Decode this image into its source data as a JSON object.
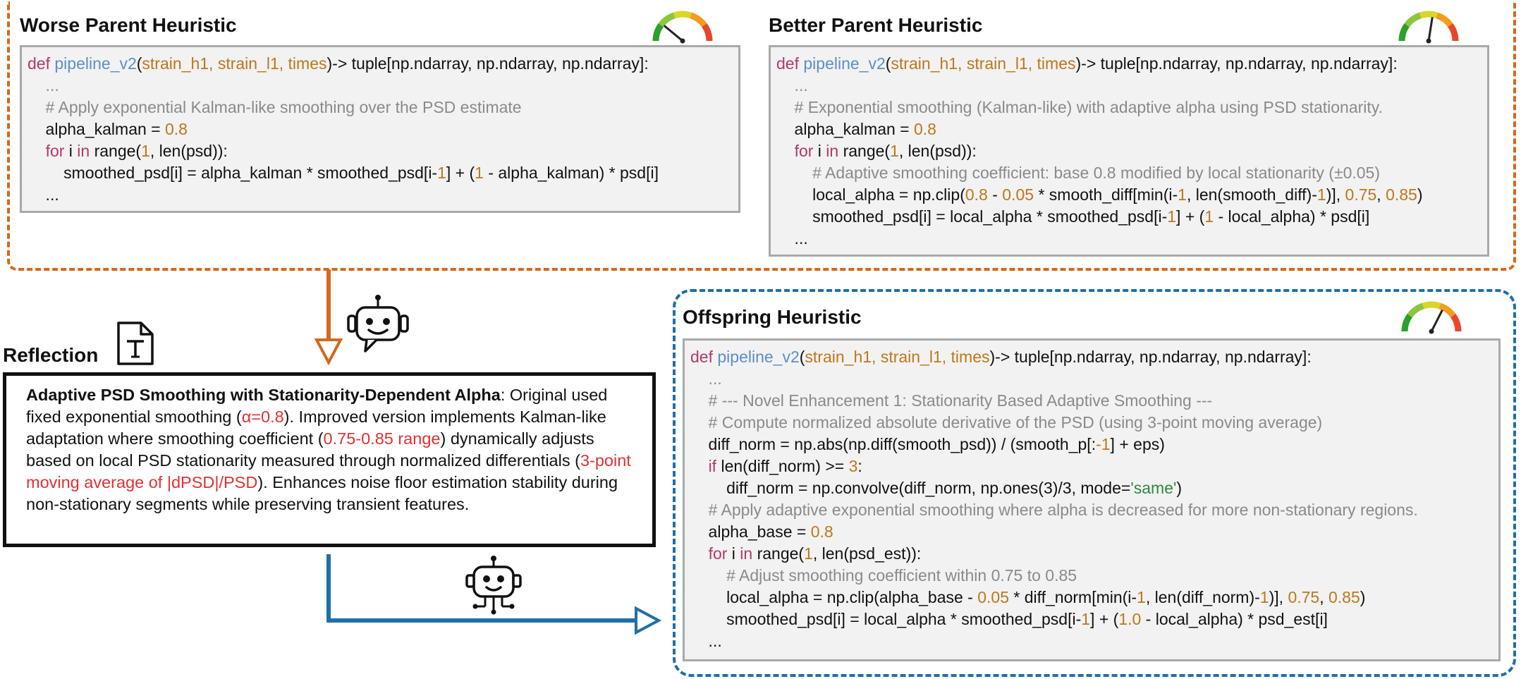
{
  "colors": {
    "parent_frame": "#d4681c",
    "offspring_frame": "#1f6fa8",
    "keyword": "#b03a6b",
    "function_name": "#5b8fc7",
    "number": "#c0771b",
    "comment": "#8a8a8a",
    "string": "#2e8b3b",
    "highlight": "#e03131"
  },
  "gauges": {
    "worse_level": 0.22,
    "better_level": 0.55,
    "offspring_level": 0.65
  },
  "worse_parent": {
    "title": "Worse Parent Heuristic",
    "lines": [
      [
        [
          "def",
          "kw"
        ],
        [
          " ",
          ""
        ],
        [
          "pipeline_v2",
          "fn"
        ],
        [
          "(",
          ""
        ],
        [
          "strain_h1, strain_l1, times",
          "arg"
        ],
        [
          ")-> tuple[np.ndarray, np.ndarray, np.ndarray]:",
          ""
        ]
      ],
      [
        [
          "    ...",
          "com"
        ]
      ],
      [
        [
          "    # Apply exponential Kalman-like smoothing over the PSD estimate",
          "com"
        ]
      ],
      [
        [
          "    alpha_kalman = ",
          ""
        ],
        [
          "0.8",
          "num"
        ]
      ],
      [
        [
          "    ",
          ""
        ],
        [
          "for",
          "kw"
        ],
        [
          " i ",
          ""
        ],
        [
          "in",
          "kw"
        ],
        [
          " range(",
          ""
        ],
        [
          "1",
          "num"
        ],
        [
          ", len(psd)):",
          ""
        ]
      ],
      [
        [
          "        smoothed_psd[i] = alpha_kalman * smoothed_psd[i-",
          ""
        ],
        [
          "1",
          "num"
        ],
        [
          "] + (",
          ""
        ],
        [
          "1",
          "num"
        ],
        [
          " - alpha_kalman) * psd[i]",
          ""
        ]
      ],
      [
        [
          "    ...",
          ""
        ]
      ]
    ]
  },
  "better_parent": {
    "title": "Better Parent Heuristic",
    "lines": [
      [
        [
          "def",
          "kw"
        ],
        [
          " ",
          ""
        ],
        [
          "pipeline_v2",
          "fn"
        ],
        [
          "(",
          ""
        ],
        [
          "strain_h1, strain_l1, times",
          "arg"
        ],
        [
          ")-> tuple[np.ndarray, np.ndarray, np.ndarray]:",
          ""
        ]
      ],
      [
        [
          "    ...",
          "com"
        ]
      ],
      [
        [
          "    # Exponential smoothing (Kalman-like) with adaptive alpha using PSD stationarity.",
          "com"
        ]
      ],
      [
        [
          "    alpha_kalman = ",
          ""
        ],
        [
          "0.8",
          "num"
        ]
      ],
      [
        [
          "    ",
          ""
        ],
        [
          "for",
          "kw"
        ],
        [
          " i ",
          ""
        ],
        [
          "in",
          "kw"
        ],
        [
          " range(",
          ""
        ],
        [
          "1",
          "num"
        ],
        [
          ", len(psd)):",
          ""
        ]
      ],
      [
        [
          "        # Adaptive smoothing coefficient: base 0.8 modified by local stationarity (±0.05)",
          "com"
        ]
      ],
      [
        [
          "        local_alpha = np.clip(",
          ""
        ],
        [
          "0.8",
          "num"
        ],
        [
          " - ",
          ""
        ],
        [
          "0.05",
          "num"
        ],
        [
          " * smooth_diff[min(i-",
          ""
        ],
        [
          "1",
          "num"
        ],
        [
          ", len(smooth_diff)-",
          ""
        ],
        [
          "1",
          "num"
        ],
        [
          ")], ",
          ""
        ],
        [
          "0.75",
          "num"
        ],
        [
          ", ",
          ""
        ],
        [
          "0.85",
          "num"
        ],
        [
          ")",
          ""
        ]
      ],
      [
        [
          "        smoothed_psd[i] = local_alpha * smoothed_psd[i-",
          ""
        ],
        [
          "1",
          "num"
        ],
        [
          "] + (",
          ""
        ],
        [
          "1",
          "num"
        ],
        [
          " - local_alpha) * psd[i]",
          ""
        ]
      ],
      [
        [
          "    ...",
          ""
        ]
      ]
    ]
  },
  "offspring": {
    "title": "Offspring Heuristic",
    "lines": [
      [
        [
          "def",
          "kw"
        ],
        [
          " ",
          ""
        ],
        [
          "pipeline_v2",
          "fn"
        ],
        [
          "(",
          ""
        ],
        [
          "strain_h1, strain_l1, times",
          "arg"
        ],
        [
          ")-> tuple[np.ndarray, np.ndarray, np.ndarray]:",
          ""
        ]
      ],
      [
        [
          "    ...",
          "com"
        ]
      ],
      [
        [
          "    # --- Novel Enhancement 1: Stationarity Based Adaptive Smoothing ---",
          "com"
        ]
      ],
      [
        [
          "    # Compute normalized absolute derivative of the PSD (using 3-point moving average)",
          "com"
        ]
      ],
      [
        [
          "    diff_norm = np.abs(np.diff(smooth_psd)) / (smooth_p[:",
          ""
        ],
        [
          "-1",
          "num"
        ],
        [
          "] + eps)",
          ""
        ]
      ],
      [
        [
          "    ",
          ""
        ],
        [
          "if",
          "kw"
        ],
        [
          " len(diff_norm) >= ",
          ""
        ],
        [
          "3",
          "num"
        ],
        [
          ":",
          ""
        ]
      ],
      [
        [
          "        diff_norm = np.convolve(diff_norm, np.ones(3)/3, mode=",
          ""
        ],
        [
          "'same'",
          "str"
        ],
        [
          ")",
          ""
        ]
      ],
      [
        [
          "    # Apply adaptive exponential smoothing where alpha is decreased for more non-stationary regions.",
          "com"
        ]
      ],
      [
        [
          "    alpha_base = ",
          ""
        ],
        [
          "0.8",
          "num"
        ]
      ],
      [
        [
          "    ",
          ""
        ],
        [
          "for",
          "kw"
        ],
        [
          " i ",
          ""
        ],
        [
          "in",
          "kw"
        ],
        [
          " range(",
          ""
        ],
        [
          "1",
          "num"
        ],
        [
          ", len(psd_est)):",
          ""
        ]
      ],
      [
        [
          "        # Adjust smoothing coefficient within 0.75 to 0.85",
          "com"
        ]
      ],
      [
        [
          "        local_alpha = np.clip(alpha_base - ",
          ""
        ],
        [
          "0.05",
          "num"
        ],
        [
          " * diff_norm[min(i-",
          ""
        ],
        [
          "1",
          "num"
        ],
        [
          ", len(diff_norm)-",
          ""
        ],
        [
          "1",
          "num"
        ],
        [
          ")], ",
          ""
        ],
        [
          "0.75",
          "num"
        ],
        [
          ", ",
          ""
        ],
        [
          "0.85",
          "num"
        ],
        [
          ")",
          ""
        ]
      ],
      [
        [
          "        smoothed_psd[i] = local_alpha * smoothed_psd[i-",
          ""
        ],
        [
          "1",
          "num"
        ],
        [
          "] + (",
          ""
        ],
        [
          "1.0",
          "num"
        ],
        [
          " - local_alpha) * psd_est[i]",
          ""
        ]
      ],
      [
        [
          "    ...",
          ""
        ]
      ]
    ]
  },
  "reflection": {
    "title": "Reflection",
    "runs": [
      [
        "Adaptive PSD Smoothing with Stationarity-Dependent Alpha",
        "bold"
      ],
      [
        ":  Original used fixed exponential smoothing (",
        ""
      ],
      [
        "α=0.8",
        "red"
      ],
      [
        "). Improved version implements Kalman-like adaptation where smoothing coefficient (",
        ""
      ],
      [
        "0.75-0.85 range",
        "red"
      ],
      [
        ") dynamically adjusts based on local PSD stationarity measured through normalized differentials (",
        ""
      ],
      [
        "3-point moving average of |dPSD|/PSD",
        "red"
      ],
      [
        "). Enhances noise floor estimation stability during non-stationary segments while preserving transient features.",
        ""
      ]
    ]
  }
}
